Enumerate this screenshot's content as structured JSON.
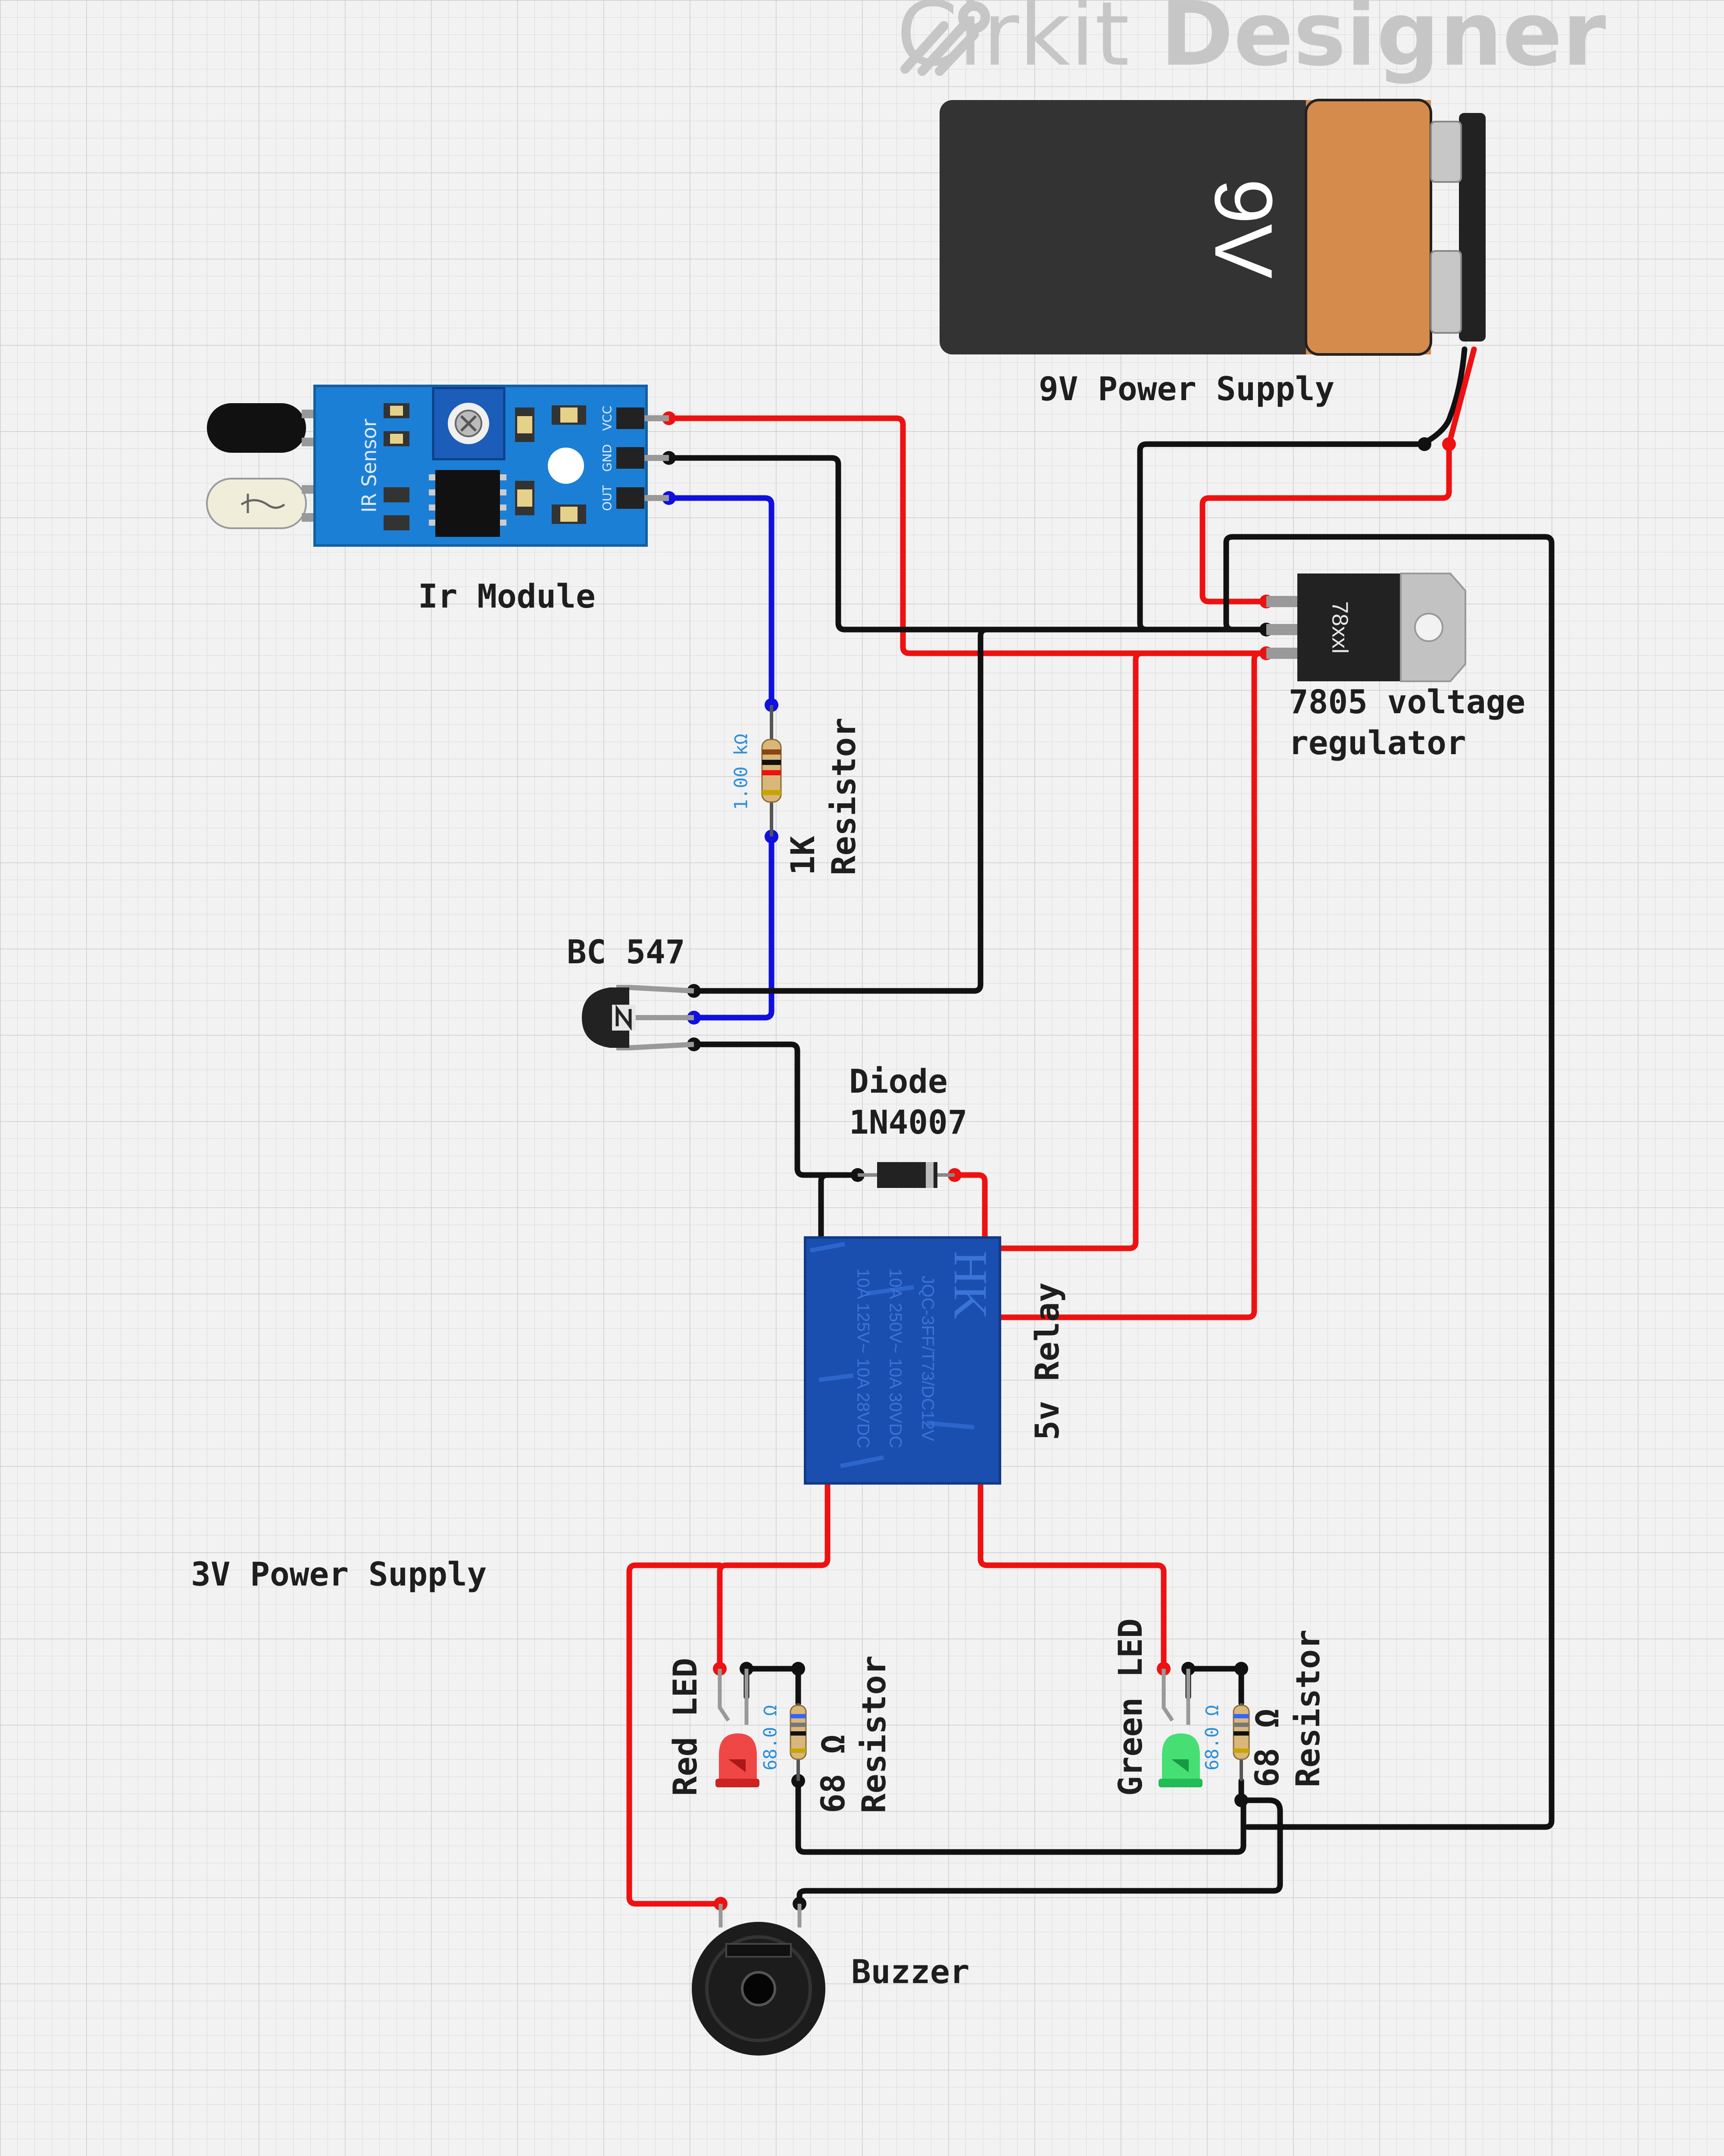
{
  "app": {
    "brand_light": "Cirkit",
    "brand_bold": "Designer"
  },
  "labels": {
    "battery": "9V Power Supply",
    "ir_module": "Ir Module",
    "regulator": "7805 voltage\nregulator",
    "resistor_1k": "1K\nResistor",
    "transistor": "BC 547",
    "diode": "Diode\n1N4007",
    "relay": "5v Relay",
    "supply_3v": "3V Power Supply",
    "red_led": "Red LED",
    "red_resistor": "68 Ω\nResistor",
    "green_led": "Green LED",
    "green_resistor": "68 Ω\nResistor",
    "buzzer": "Buzzer"
  },
  "component_text": {
    "battery_voltage": "9V",
    "ir_board": "IR Sensor",
    "ir_pins": [
      "VCC",
      "GND",
      "OUT"
    ],
    "regulator_chip": "78xxl",
    "resistor_1k_value": "1.00 kΩ",
    "red_resistor_value": "68.0 Ω",
    "green_resistor_value": "68.0 Ω",
    "relay_brand": "HK",
    "relay_lines": [
      "JQC-3FF/T73/DC12V",
      "10A 250V~ 10A 30VDC",
      "10A 125V~ 10A 28VDC"
    ]
  },
  "colors": {
    "wire_red": "#ee1111",
    "wire_black": "#111111",
    "wire_blue": "#1010e0",
    "ir_board": "#1c7fd6",
    "relay": "#1a4fb0",
    "battery_body": "#333333",
    "battery_label": "#d58b4c",
    "red_led": "#ee3333",
    "green_led": "#33dd66"
  }
}
